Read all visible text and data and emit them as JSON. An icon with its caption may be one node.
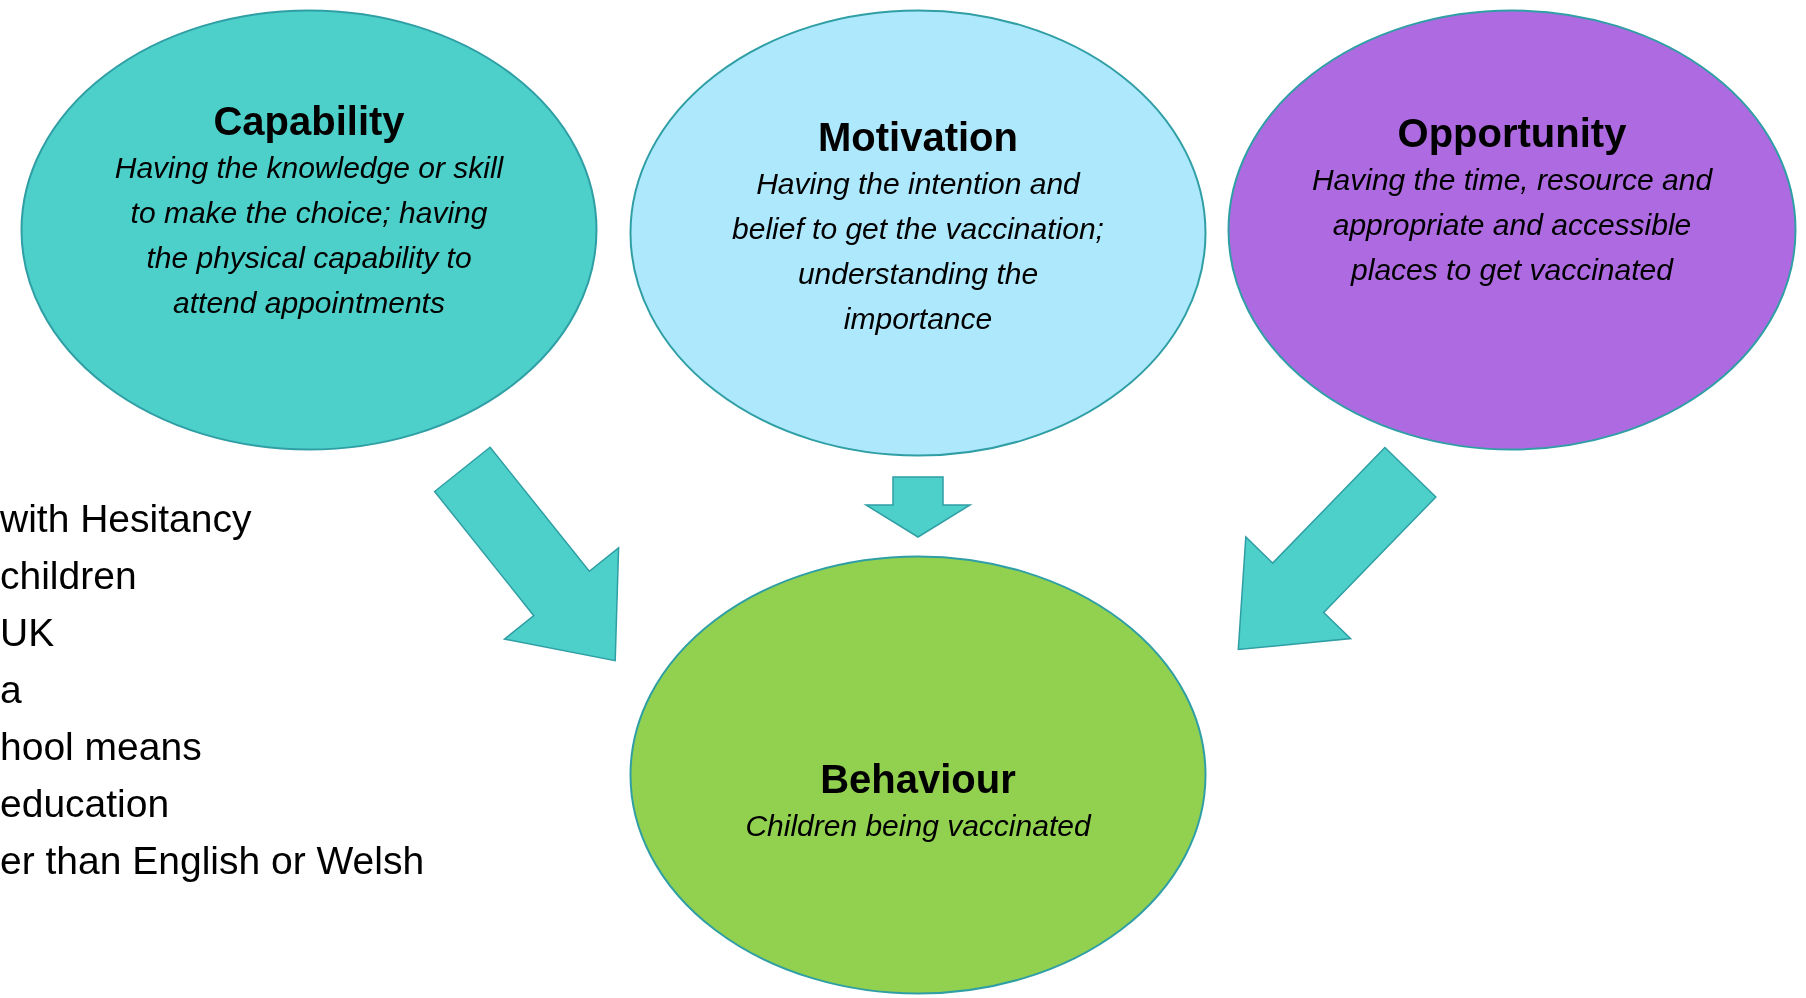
{
  "diagram": {
    "nodes": [
      {
        "text": [
          "Capability",
          "Having the knowledge or skill to make the choice; having the physical capability to attend appointments"
        ]
      },
      {
        "text": [
          "Motivation",
          "Having the intention and belief to get the vaccination; understanding the importance"
        ]
      },
      {
        "text": [
          "Opportunity",
          "Having the time, resource and appropriate and accessible places to get vaccinated"
        ]
      },
      {
        "text": [
          "Behaviour",
          "Children being vaccinated"
        ]
      }
    ],
    "edges": [
      {
        "from": 0,
        "to": 3,
        "arrow": "to"
      },
      {
        "from": 1,
        "to": 3,
        "arrow": "to"
      },
      {
        "from": 2,
        "to": 3,
        "arrow": "to"
      }
    ],
    "labels": [
      "with Hesitancy",
      "children",
      "UK",
      "a",
      "hool means",
      "education",
      "er than English or Welsh"
    ]
  }
}
